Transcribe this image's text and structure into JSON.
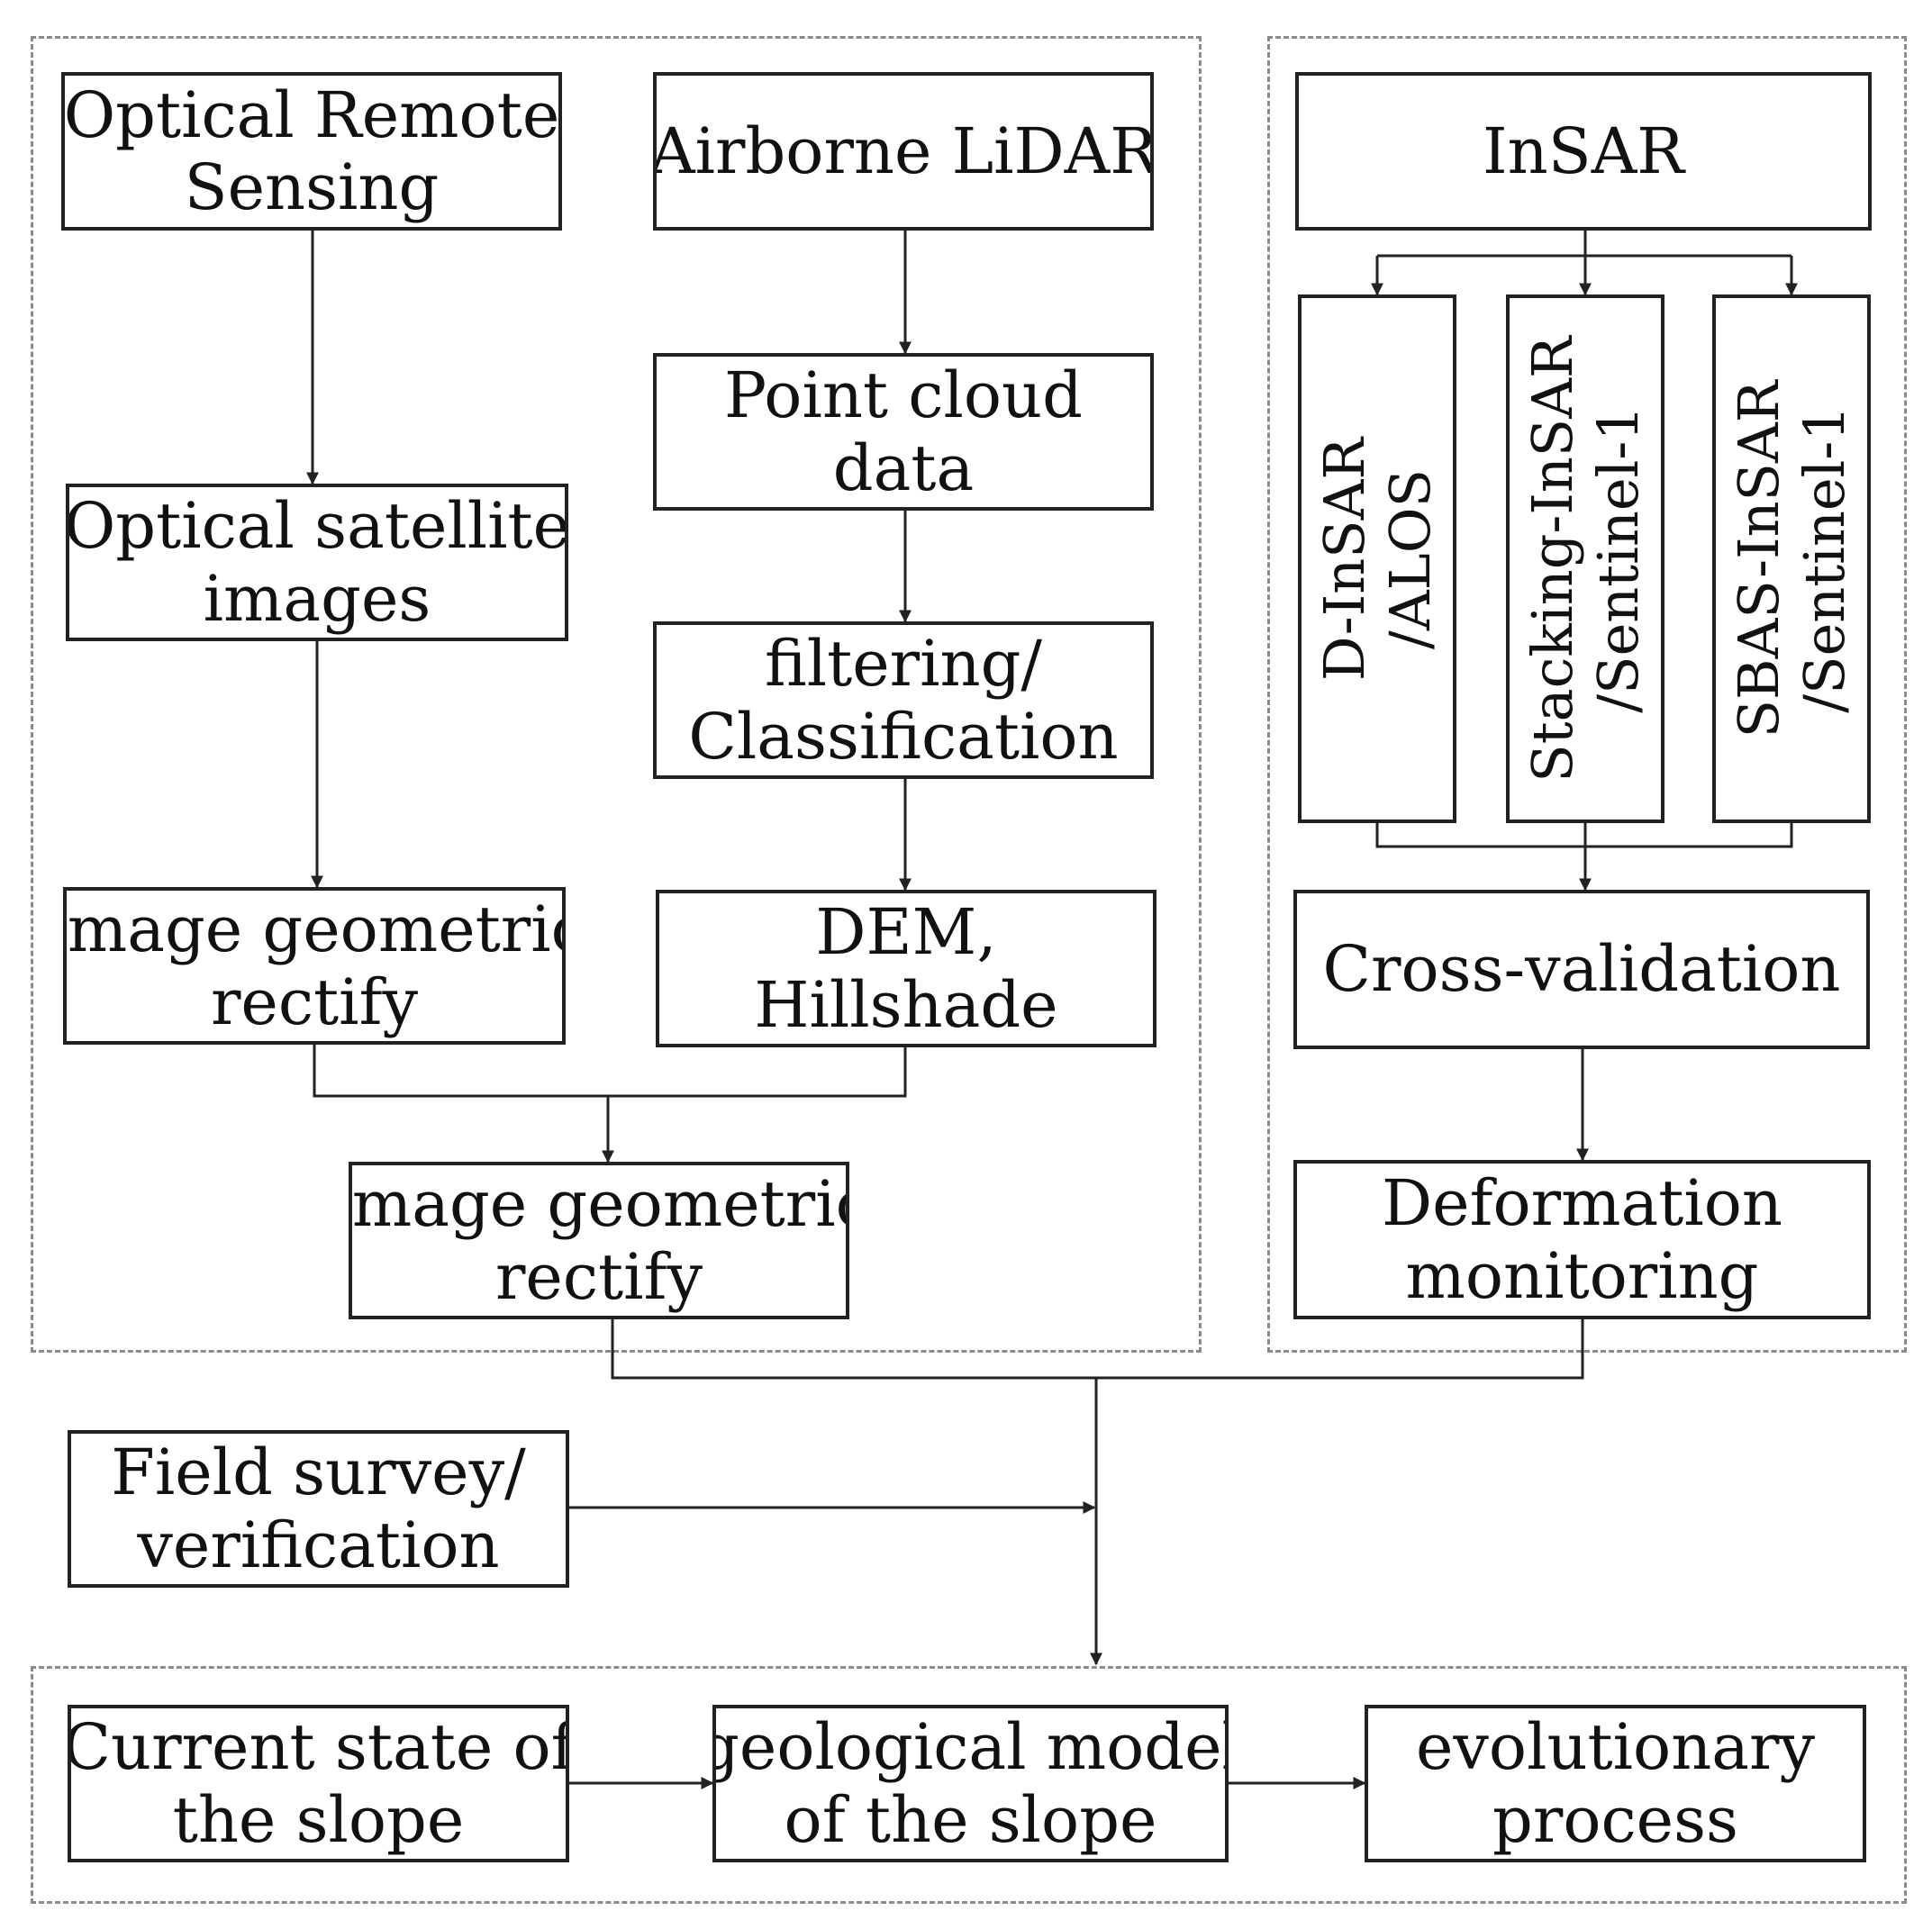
{
  "nodes": {
    "optical_remote_sensing": {
      "line1": "Optical Remote",
      "line2": "Sensing"
    },
    "airborne_lidar": {
      "line1": "Airborne LiDAR"
    },
    "insar": {
      "line1": "InSAR"
    },
    "point_cloud_data": {
      "line1": "Point cloud",
      "line2": "data"
    },
    "optical_satellite_images": {
      "line1": "Optical satellite",
      "line2": "images"
    },
    "filtering_classification": {
      "line1": "filtering/",
      "line2": "Classification"
    },
    "d_insar_alos": {
      "line1": "D-InSAR",
      "line2": "/ALOS"
    },
    "stacking_insar_sentinel": {
      "line1": "Stacking-InSAR",
      "line2": "/Sentinel-1"
    },
    "sbas_insar_sentinel": {
      "line1": "SBAS-InSAR",
      "line2": "/Sentinel-1"
    },
    "image_geometric_rectify_1": {
      "line1": "Image geometric",
      "line2": "rectify"
    },
    "dem_hillshade": {
      "line1": "DEM,",
      "line2": "Hillshade"
    },
    "cross_validation": {
      "line1": "Cross-validation"
    },
    "image_geometric_rectify_2": {
      "line1": "Image geometric",
      "line2": "rectify"
    },
    "deformation_monitoring": {
      "line1": "Deformation",
      "line2": "monitoring"
    },
    "field_survey_verification": {
      "line1": "Field survey/",
      "line2": "verification"
    },
    "current_state_of_slope": {
      "line1": "Current state of",
      "line2": "the slope"
    },
    "geological_model_of_slope": {
      "line1": "geological model",
      "line2": "of the slope"
    },
    "evolutionary_process": {
      "line1": "evolutionary",
      "line2": "process"
    }
  },
  "colors": {
    "box_border": "#222222",
    "dashed_border": "#8a8a8a",
    "line": "#222222"
  }
}
